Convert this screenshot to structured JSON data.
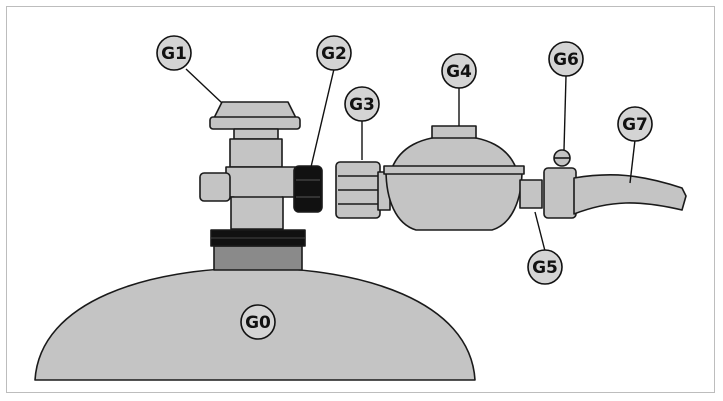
{
  "colors": {
    "gray_fill": "#c4c4c4",
    "dark_fill": "#8a8a8a",
    "black": "#111111",
    "outline": "#1a1a1a",
    "frame": "#bdbdbd",
    "background": "#ffffff"
  },
  "callouts": {
    "g0": "G0",
    "g1": "G1",
    "g2": "G2",
    "g3": "G3",
    "g4": "G4",
    "g5": "G5",
    "g6": "G6",
    "g7": "G7"
  }
}
